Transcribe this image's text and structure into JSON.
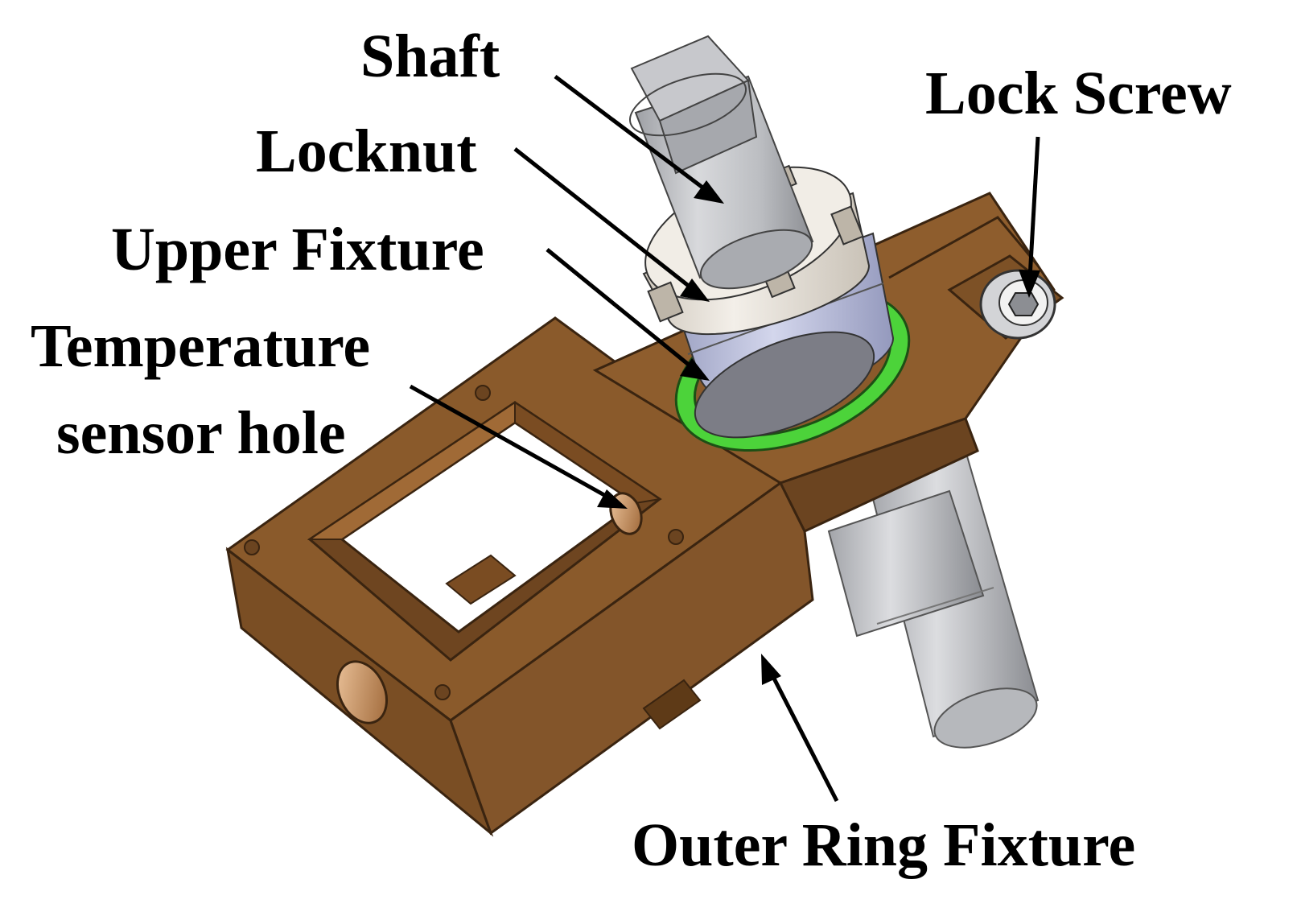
{
  "labels": {
    "shaft": "Shaft",
    "locknut": "Locknut",
    "upper_fixture": "Upper Fixture",
    "temperature_line1": "Temperature",
    "temperature_line2": "sensor hole",
    "lock_screw": "Lock Screw",
    "outer_ring_fixture": "Outer Ring Fixture"
  },
  "colors": {
    "bronze": "#8a5a2b",
    "bronze_dark": "#5e3a17",
    "bronze_light": "#a46d36",
    "steel": "#c2c4c8",
    "steel_dark": "#8e9096",
    "locknut": "#e9e4dc",
    "upper_fixture": "#b8bcd8",
    "seal_ring": "#4cd33a",
    "arrow": "#000000"
  }
}
